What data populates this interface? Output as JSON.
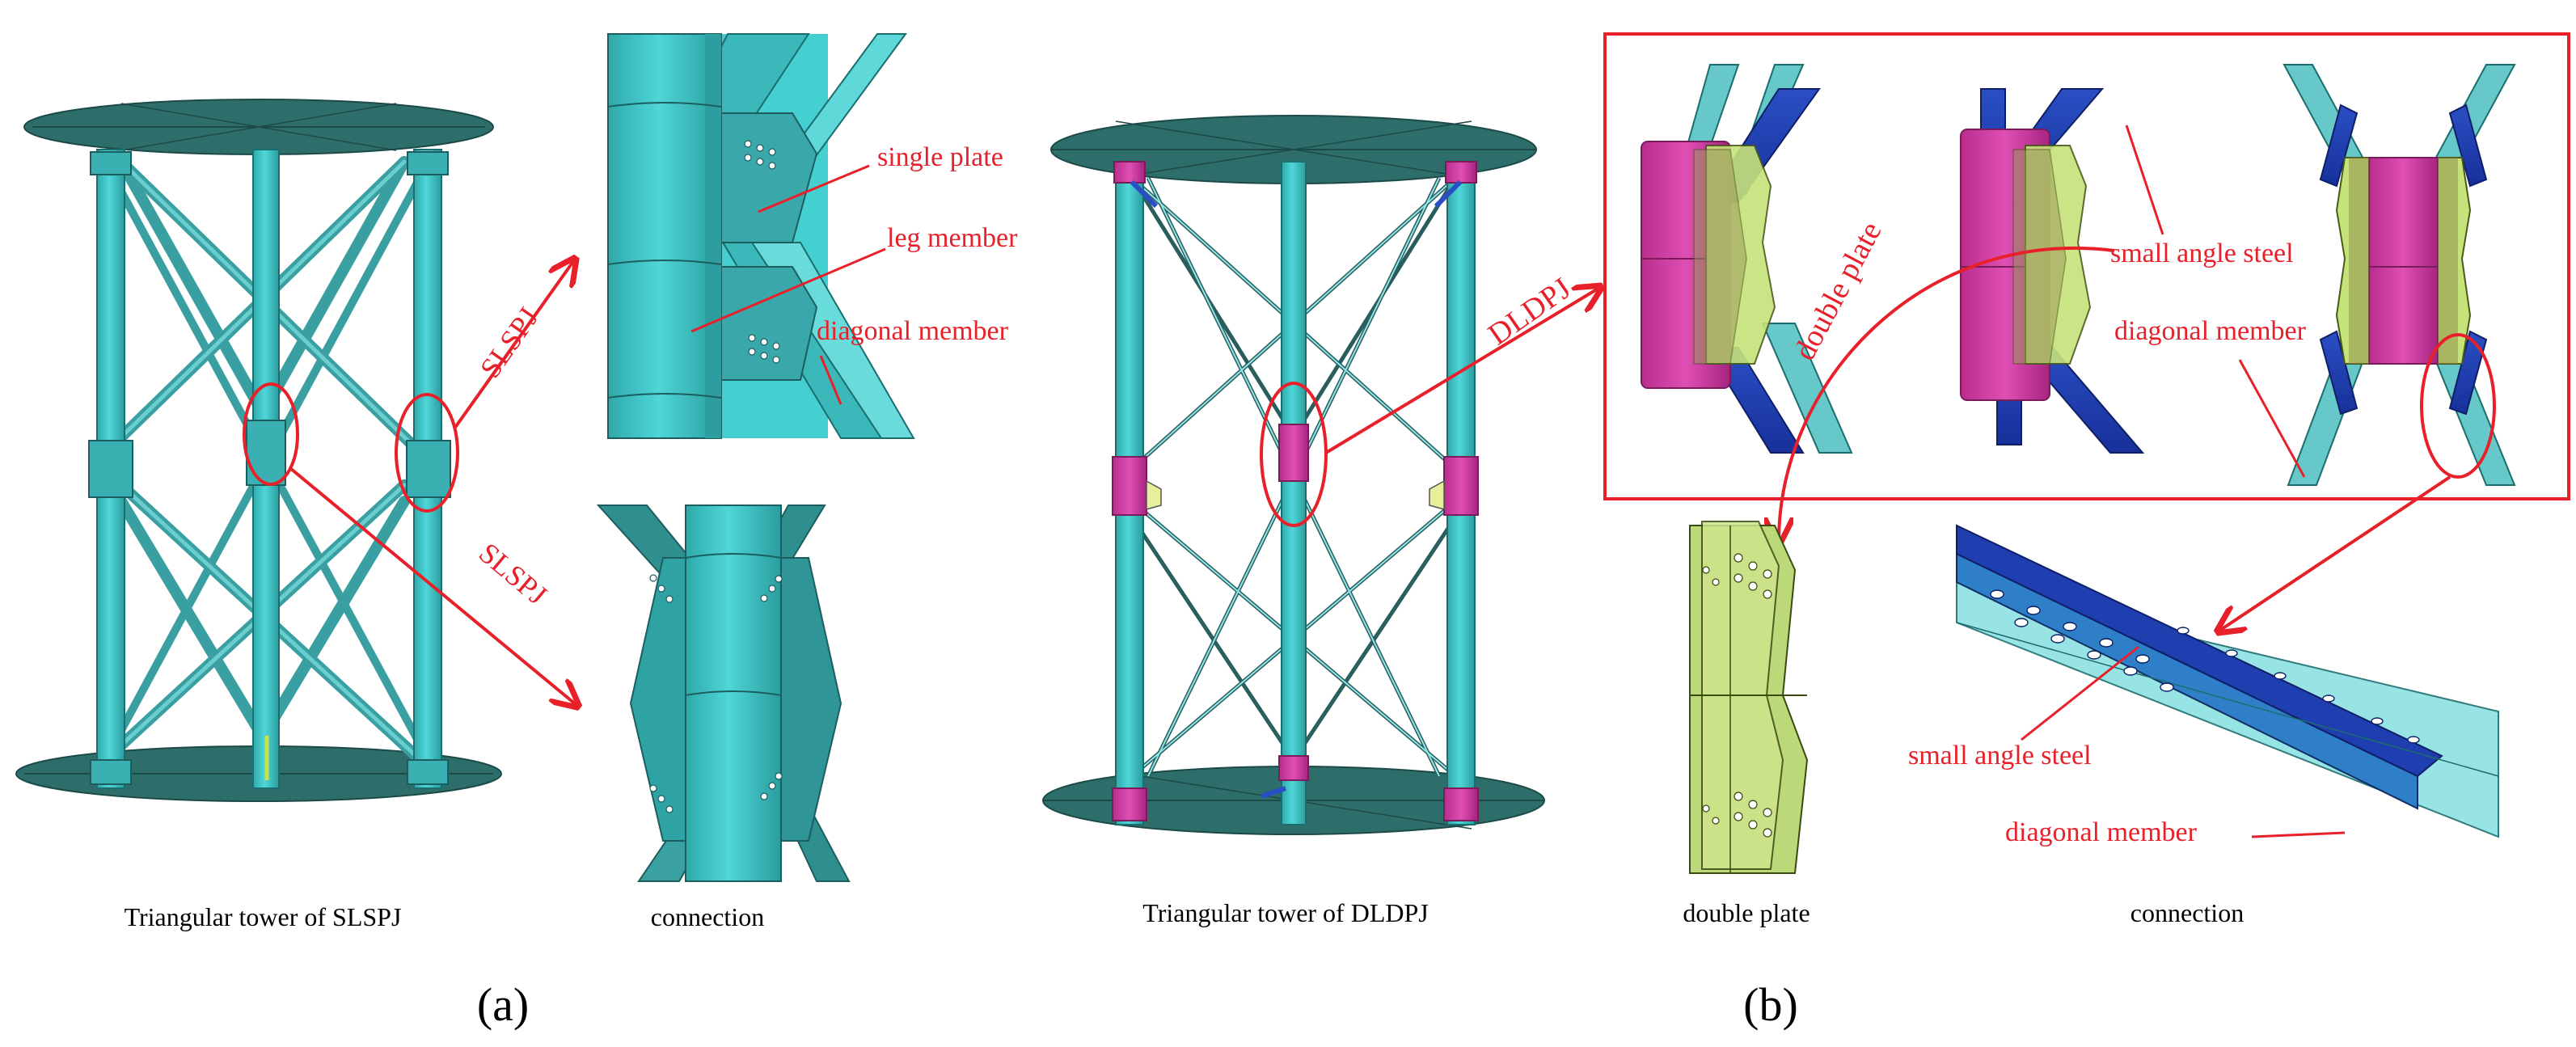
{
  "panel_a": {
    "panel_label": "(a)",
    "tower_caption": "Triangular tower of SLSPJ",
    "connection_caption": "connection",
    "arrow_label_upper": "SLSPJ",
    "arrow_label_lower": "SLSPJ",
    "labels": {
      "single_plate": "single plate",
      "leg_member": "leg member",
      "diagonal_member": "diagonal member"
    }
  },
  "panel_b": {
    "panel_label": "(b)",
    "tower_caption": "Triangular tower of DLDPJ",
    "double_plate_caption": "double plate",
    "connection_caption": "connection",
    "arrow_label": "DLDPJ",
    "labels": {
      "double_plate": "double plate",
      "small_angle_steel_top": "small angle steel",
      "diagonal_member_top": "diagonal member",
      "small_angle_steel_bottom": "small angle steel",
      "diagonal_member_bottom": "diagonal member"
    }
  },
  "colors": {
    "cyan_member": "#3cc6c8",
    "dark_teal_base": "#2d6e6b",
    "magenta_leg": "#d83aa8",
    "lime_plate": "#c6e27a",
    "angle_blue": "#1f3fb0",
    "annotation_red": "#e8202a"
  }
}
